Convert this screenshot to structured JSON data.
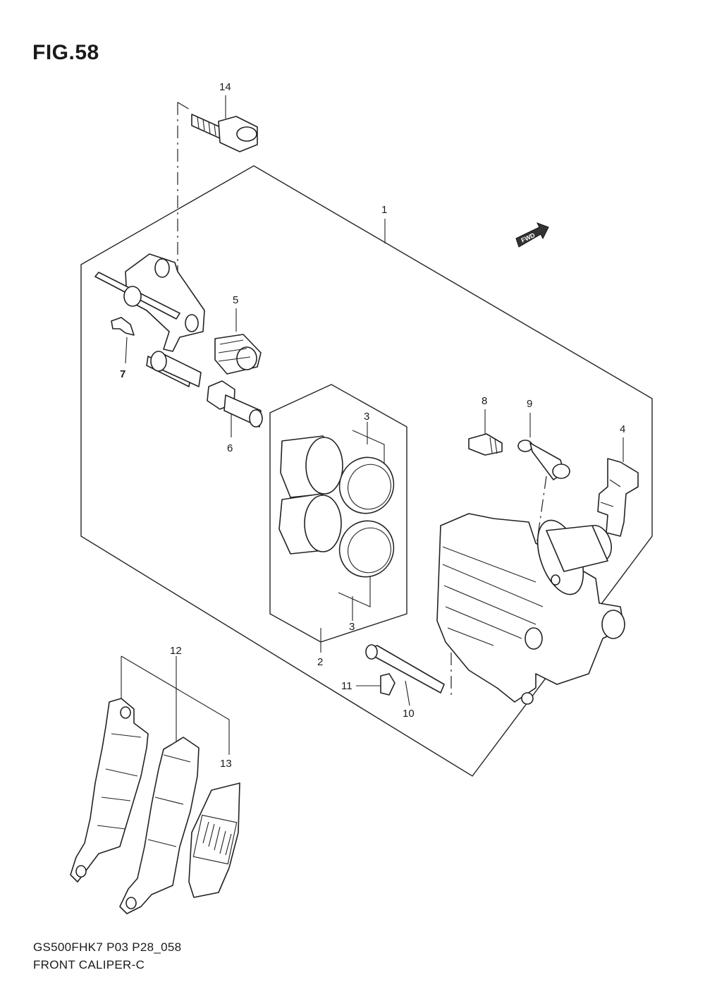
{
  "figure": {
    "title": "FIG.58",
    "model_code": "GS500FHK7 P03 P28_058",
    "name": "FRONT CALIPER-C"
  },
  "fwd_label": "FWD",
  "callouts": [
    {
      "id": "14",
      "label": "14"
    },
    {
      "id": "1",
      "label": "1"
    },
    {
      "id": "5",
      "label": "5"
    },
    {
      "id": "7",
      "label": "7"
    },
    {
      "id": "6",
      "label": "6"
    },
    {
      "id": "3a",
      "label": "3"
    },
    {
      "id": "3b",
      "label": "3"
    },
    {
      "id": "2",
      "label": "2"
    },
    {
      "id": "8",
      "label": "8"
    },
    {
      "id": "9",
      "label": "9"
    },
    {
      "id": "4",
      "label": "4"
    },
    {
      "id": "11",
      "label": "11"
    },
    {
      "id": "10",
      "label": "10"
    },
    {
      "id": "12",
      "label": "12"
    },
    {
      "id": "13",
      "label": "13"
    }
  ]
}
